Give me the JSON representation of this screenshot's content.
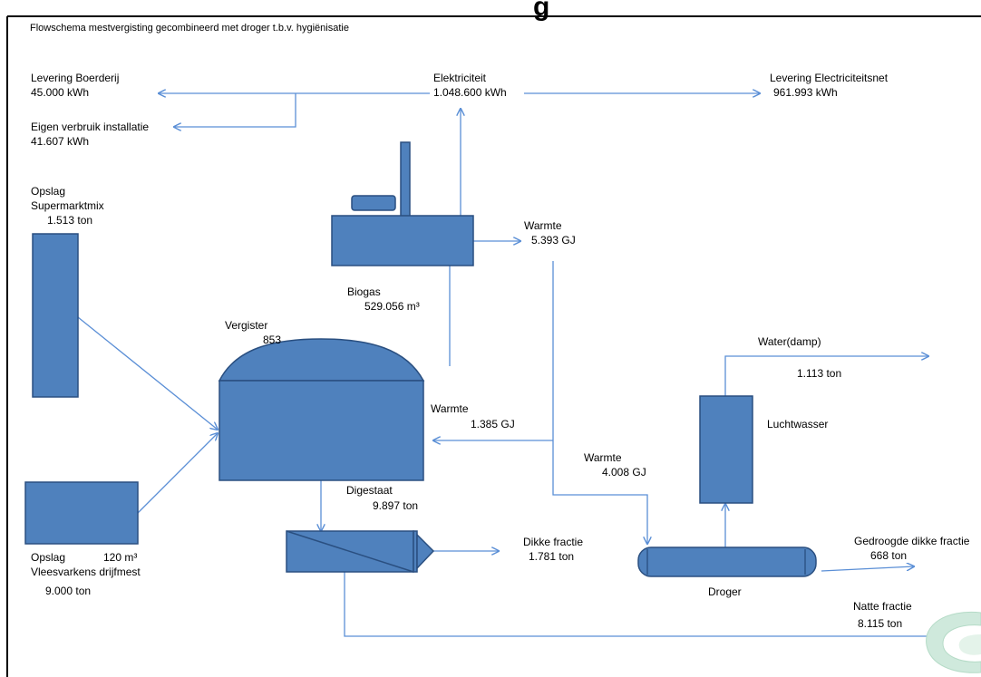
{
  "title": "Flowschema mestvergisting gecombineerd met droger t.b.v. hygiënisatie",
  "header_fragment": "g",
  "colors": {
    "fill": "#4f81bd",
    "stroke": "#2a4f80",
    "arrow": "#5b8fd6",
    "frame": "#000000"
  },
  "icons": {
    "logo": "swirl-logo-icon"
  },
  "labels": {
    "levering_boerderij": "Levering Boerderij",
    "levering_boerderij_val": "45.000 kWh",
    "eigen_verbruik": "Eigen verbruik installatie",
    "eigen_verbruik_val": "41.607 kWh",
    "elektriciteit": "Elektriciteit",
    "elektriciteit_val": "1.048.600 kWh",
    "levering_net": "Levering Electriciteitsnet",
    "levering_net_val": "961.993 kWh",
    "opslag_super": "Opslag",
    "supermarktmix": "Supermarktmix",
    "supermarktmix_val": "1.513 ton",
    "warmte1": "Warmte",
    "warmte1_val": "5.393 GJ",
    "biogas": "Biogas",
    "biogas_val": "529.056 m³",
    "vergister": "Vergister",
    "vergister_val": "853",
    "water_damp": "Water(damp)",
    "water_damp_val": "1.113 ton",
    "warmte2": "Warmte",
    "warmte2_val": "1.385 GJ",
    "luchtwasser": "Luchtwasser",
    "warmte3": "Warmte",
    "warmte3_val": "4.008 GJ",
    "digestaat": "Digestaat",
    "digestaat_val": "9.897 ton",
    "dikke_fractie": "Dikke fractie",
    "dikke_fractie_val": "1.781 ton",
    "gedroogde": "Gedroogde dikke fractie",
    "gedroogde_val": "668 ton",
    "opslag_vlees": "Opslag",
    "opslag_vlees_vol": "120 m³",
    "vleesvarkens": "Vleesvarkens drijfmest",
    "vleesvarkens_val": "9.000 ton",
    "droger": "Droger",
    "natte_fractie": "Natte fractie",
    "natte_fractie_val": "8.115 ton"
  }
}
